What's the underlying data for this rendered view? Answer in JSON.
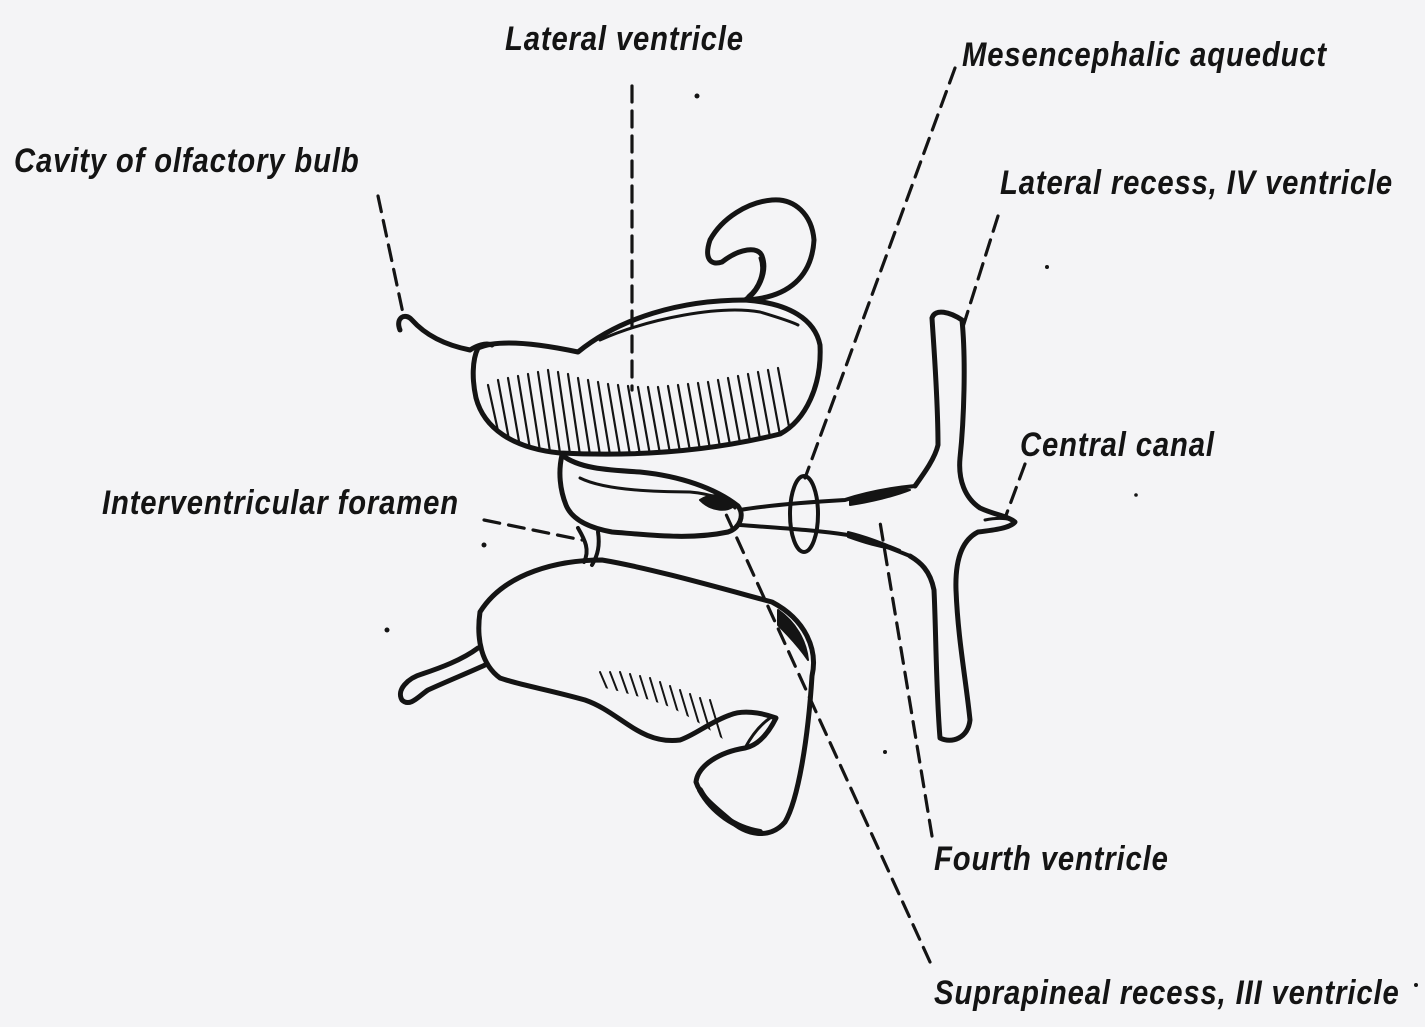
{
  "labels": {
    "lateral_ventricle": "Lateral ventricle",
    "mesencephalic_aqueduct": "Mesencephalic aqueduct",
    "cavity_olfactory_bulb": "Cavity of olfactory bulb",
    "lateral_recess": "Lateral recess, IV ventricle",
    "central_canal": "Central canal",
    "interventricular_foramen": "Interventricular foramen",
    "fourth_ventricle": "Fourth ventricle",
    "suprapineal_recess": "Suprapineal recess, III ventricle"
  },
  "colors": {
    "background": "#f4f4f6",
    "ink": "#141414"
  }
}
